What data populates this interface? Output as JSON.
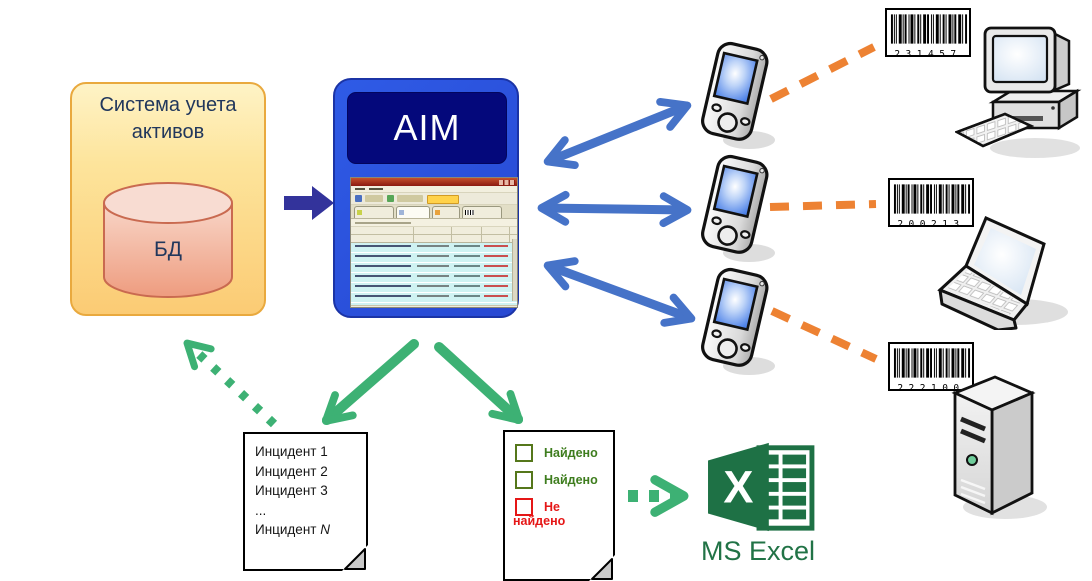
{
  "palette": {
    "aim_blue": "#2B53DD",
    "aim_navy": "#04087B",
    "yellow_box_border": "#E9A93E",
    "db_pink": "#F0A183",
    "navy_arrow": "#33339B",
    "blue_arrow": "#4673C8",
    "green_arrow": "#3DB174",
    "orange_dash": "#ED8233",
    "excel_green": "#1E7145",
    "found_green": "#3E7D1E",
    "not_found_red": "#E51717"
  },
  "asset_system": {
    "title": "Система учета активов",
    "db_label": "БД"
  },
  "aim": {
    "title": "AIM"
  },
  "barcodes": [
    {
      "digits": "231457"
    },
    {
      "digits": "200213"
    },
    {
      "digits": "222100"
    }
  ],
  "incident_doc": {
    "lines": [
      "Инцидент 1",
      "Инцидент 2",
      "Инцидент 3",
      "..."
    ],
    "last_prefix": "Инцидент ",
    "last_var": "N"
  },
  "checklist_doc": {
    "items": [
      {
        "status": "found",
        "label": "Найдено"
      },
      {
        "status": "found",
        "label": "Найдено"
      },
      {
        "status": "not_found",
        "label": "Не",
        "label2": "найдено"
      }
    ]
  },
  "excel": {
    "letter": "X",
    "label": "MS Excel"
  }
}
